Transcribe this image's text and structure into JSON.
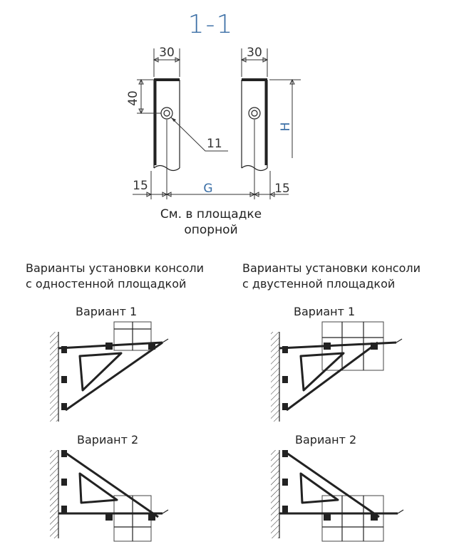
{
  "section": {
    "title": "1-1",
    "dim_left_width": "30",
    "dim_right_width": "30",
    "dim_vertical": "40",
    "dim_hole": "11",
    "dim_height": "H",
    "dim_left_offset": "15",
    "dim_gap": "G",
    "dim_right_offset": "15",
    "note_line1": "См. в площадке",
    "note_line2": "опорной"
  },
  "left_group": {
    "caption_line1": "Варианты установки консоли",
    "caption_line2": "с одностенной площадкой",
    "variant1": "Вариант 1",
    "variant2": "Вариант 2"
  },
  "right_group": {
    "caption_line1": "Варианты установки консоли",
    "caption_line2": "с двустенной площадкой",
    "variant1": "Вариант 1",
    "variant2": "Вариант 2"
  },
  "colors": {
    "title": "#3a6ea5",
    "dimension_letters": "#3a6ea5",
    "lines": "#222222"
  }
}
